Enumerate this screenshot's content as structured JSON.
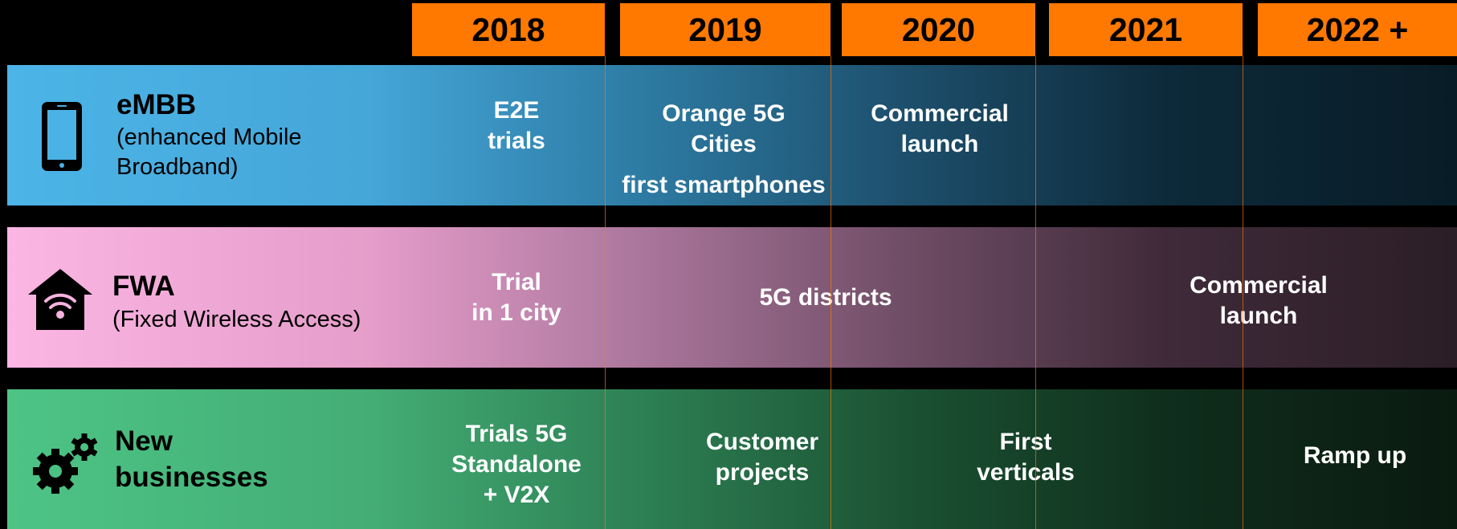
{
  "years": [
    "2018",
    "2019",
    "2020",
    "2021",
    "2022 +"
  ],
  "rows": {
    "embb": {
      "title": "eMBB",
      "subtitle_1": "(enhanced Mobile",
      "subtitle_2": "Broadband)",
      "icon": "smartphone-icon",
      "cells": {
        "c2018_1": "E2E",
        "c2018_2": "trials",
        "c2019_1": "Orange 5G",
        "c2019_2": "Cities",
        "c2019_3": "first smartphones",
        "c2020_1": "Commercial",
        "c2020_2": "launch"
      }
    },
    "fwa": {
      "title": "FWA",
      "subtitle_1": "(Fixed Wireless Access)",
      "icon": "home-wifi-icon",
      "cells": {
        "c2018_1": "Trial",
        "c2018_2": "in 1 city",
        "c2019_1": "5G districts",
        "c2021_1": "Commercial",
        "c2021_2": "launch"
      }
    },
    "new": {
      "title_1": "New",
      "title_2": "businesses",
      "icon": "gears-icon",
      "cells": {
        "c2018_1": "Trials 5G",
        "c2018_2": "Standalone",
        "c2018_3": "+ V2X",
        "c2019_1": "Customer",
        "c2019_2": "projects",
        "c2020_1": "First",
        "c2020_2": "verticals",
        "c2022_1": "Ramp up"
      }
    }
  },
  "colors": {
    "year_header": "#ff7900",
    "embb": "#4cb4e7",
    "fwa": "#fbb6e4",
    "new_businesses": "#4dc485"
  }
}
